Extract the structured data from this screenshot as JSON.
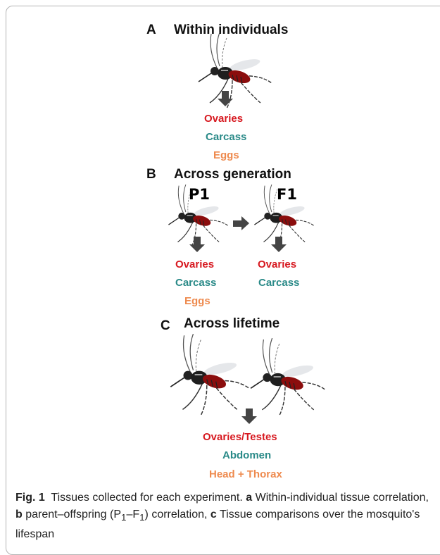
{
  "panels": {
    "a": {
      "letter": "A",
      "title": "Within individuals",
      "tissues": [
        "Ovaries",
        "Carcass",
        "Eggs"
      ]
    },
    "b": {
      "letter": "B",
      "title": "Across generation",
      "parent_label": "P1",
      "offspring_label": "F1",
      "parent_tissues": [
        "Ovaries",
        "Carcass",
        "Eggs"
      ],
      "offspring_tissues": [
        "Ovaries",
        "Carcass"
      ]
    },
    "c": {
      "letter": "C",
      "title": "Across lifetime",
      "tissues": [
        "Ovaries/Testes",
        "Abdomen",
        "Head + Thorax"
      ]
    }
  },
  "caption": {
    "fig_label": "Fig. 1",
    "text1": "Tissues collected for each experiment.",
    "a_letter": "a",
    "a_text": "Within-individual tissue correlation,",
    "b_letter": "b",
    "b_text_pre": "parent–offspring (P",
    "sub1": "1",
    "dash": "–F",
    "sub2": "1",
    "b_text_post": ") correlation,",
    "c_letter": "c",
    "c_text": "Tissue comparisons over the mosquito's lifespan"
  },
  "colors": {
    "ovaries": "#d71920",
    "carcass": "#2a8a88",
    "eggs": "#ee8a4e",
    "arrow": "#444444"
  }
}
